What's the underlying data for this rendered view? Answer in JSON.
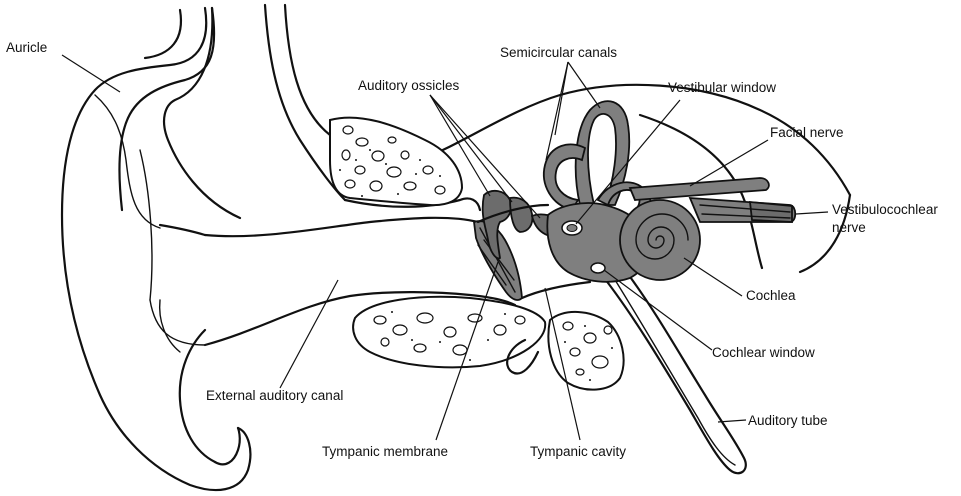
{
  "labels": {
    "auricle": "Auricle",
    "semicircular_canals": "Semicircular canals",
    "auditory_ossicles": "Auditory ossicles",
    "vestibular_window": "Vestibular window",
    "facial_nerve": "Facial nerve",
    "vestibulocochlear_nerve_line1": "Vestibulocochlear",
    "vestibulocochlear_nerve_line2": "nerve",
    "cochlea": "Cochlea",
    "cochlear_window": "Cochlear window",
    "external_auditory_canal": "External auditory canal",
    "auditory_tube": "Auditory tube",
    "tympanic_membrane": "Tympanic membrane",
    "tympanic_cavity": "Tympanic cavity"
  }
}
